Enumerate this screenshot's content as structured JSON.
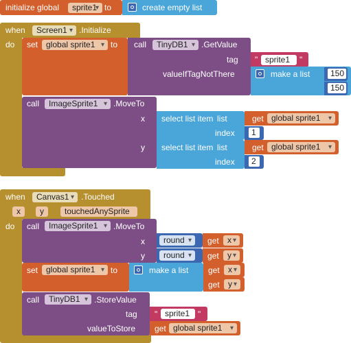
{
  "colors": {
    "variables": "#d35f2c",
    "lists": "#4aa5d8",
    "events": "#b68f2e",
    "components": "#7d4e86",
    "text": "#c23a61",
    "math": "#3c68b1"
  },
  "block1": {
    "kw_initialize_global": "initialize global",
    "var_name": "sprite1",
    "kw_to": "to",
    "create_empty_list": "create empty list"
  },
  "block2": {
    "kw_when": "when",
    "component": "Screen1",
    "event": ".Initialize",
    "kw_do": "do",
    "set": {
      "kw_set": "set",
      "var": "global sprite1",
      "kw_to": "to",
      "call": {
        "kw_call": "call",
        "component": "TinyDB1",
        "method": ".GetValue",
        "param_tag": "tag",
        "tag_value": "sprite1",
        "param_default": "valueIfTagNotThere",
        "make_list": "make a list",
        "item1": "150",
        "item2": "150"
      }
    },
    "moveto": {
      "kw_call": "call",
      "component": "ImageSprite1",
      "method": ".MoveTo",
      "param_x": "x",
      "param_y": "y",
      "select_x": "select list item",
      "select_y": "select list item",
      "kw_list": "list",
      "kw_index": "index",
      "kw_get": "get",
      "get_var": "global sprite1",
      "index_x": "1",
      "index_y": "2"
    }
  },
  "block3": {
    "kw_when": "when",
    "component": "Canvas1",
    "event": ".Touched",
    "param_x": "x",
    "param_y": "y",
    "param_touched": "touchedAnySprite",
    "kw_do": "do",
    "moveto": {
      "kw_call": "call",
      "component": "ImageSprite1",
      "method": ".MoveTo",
      "param_x": "x",
      "param_y": "y",
      "round": "round",
      "kw_get": "get",
      "get_x": "x",
      "get_y": "y"
    },
    "set": {
      "kw_set": "set",
      "var": "global sprite1",
      "kw_to": "to",
      "make_list": "make a list",
      "kw_get": "get",
      "get_x": "x",
      "get_y": "y"
    },
    "store": {
      "kw_call": "call",
      "component": "TinyDB1",
      "method": ".StoreValue",
      "param_tag": "tag",
      "tag_value": "sprite1",
      "param_value": "valueToStore",
      "kw_get": "get",
      "get_var": "global sprite1"
    }
  }
}
